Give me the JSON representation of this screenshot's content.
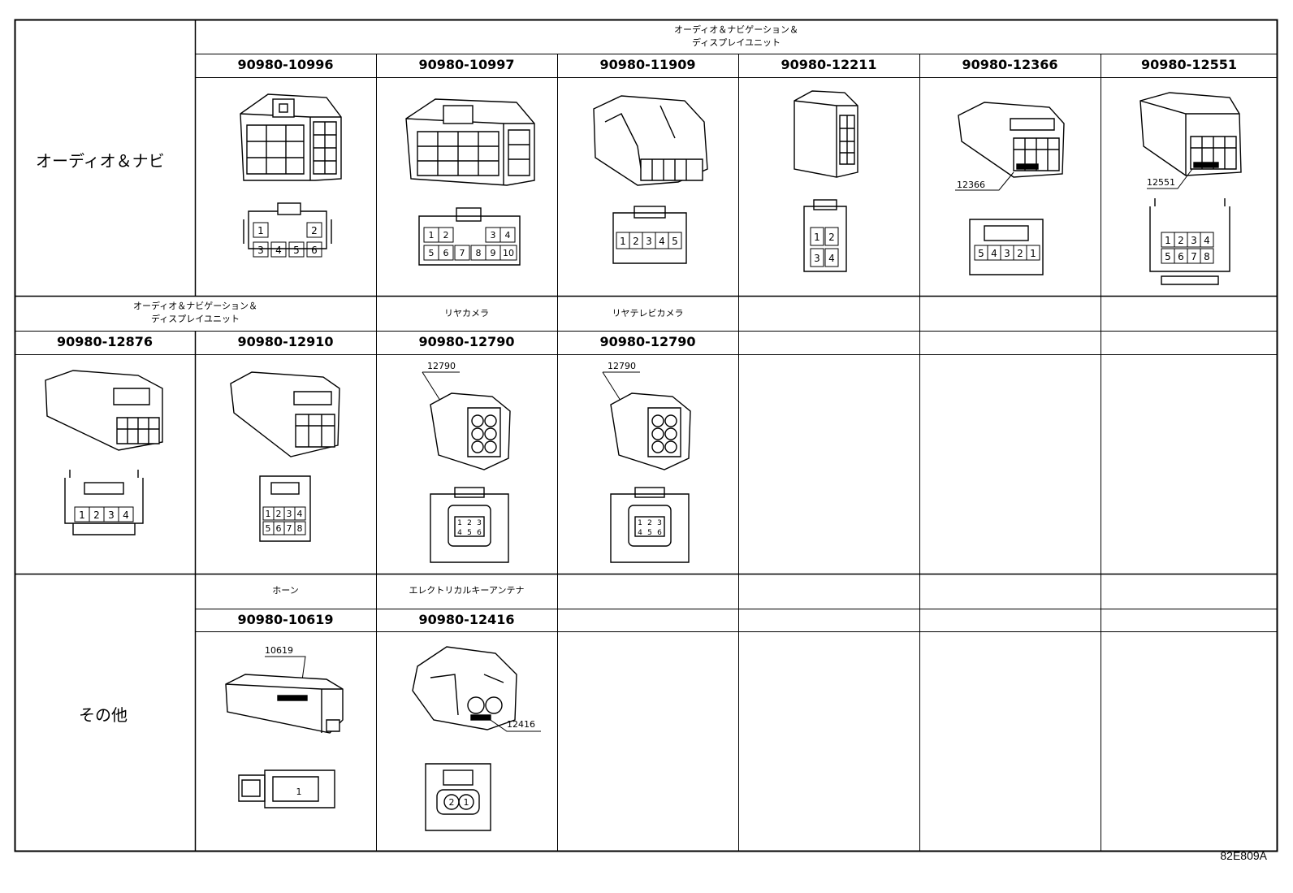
{
  "row_group_a": {
    "label": "オーディオ＆ナビ"
  },
  "row_group_b": {
    "label": "その他"
  },
  "row1": {
    "system_line1": "オーディオ＆ナビゲーション＆",
    "system_line2": "ディスプレイユニット",
    "parts": [
      "90980-10996",
      "90980-10997",
      "90980-11909",
      "90980-12211",
      "90980-12366",
      "90980-12551"
    ],
    "callouts": {
      "c12366": "12366",
      "c12551": "12551"
    },
    "pins": {
      "p10996": [
        "1",
        "2",
        "3",
        "4",
        "5",
        "6"
      ],
      "p10997": [
        "1",
        "2",
        "3",
        "4",
        "5",
        "6",
        "7",
        "8",
        "9",
        "10"
      ],
      "p11909": [
        "1",
        "2",
        "3",
        "4",
        "5"
      ],
      "p12211": [
        "1",
        "2",
        "3",
        "4"
      ],
      "p12366": [
        "5",
        "4",
        "3",
        "2",
        "1"
      ],
      "p12551": [
        "1",
        "2",
        "3",
        "4",
        "5",
        "6",
        "7",
        "8"
      ]
    }
  },
  "row2": {
    "system_line1": "オーディオ＆ナビゲーション＆",
    "system_line2": "ディスプレイユニット",
    "system_cam": "リヤカメラ",
    "system_tvcam": "リヤテレビカメラ",
    "parts": [
      "90980-12876",
      "90980-12910",
      "90980-12790",
      "90980-12790"
    ],
    "callouts": {
      "cam": "12790",
      "tvcam": "12790"
    },
    "pins": {
      "p12876": [
        "1",
        "2",
        "3",
        "4"
      ],
      "p12910": [
        "1",
        "2",
        "3",
        "4",
        "5",
        "6",
        "7",
        "8"
      ],
      "p12790": [
        "1",
        "2",
        "3",
        "4",
        "5",
        "6"
      ]
    }
  },
  "row3": {
    "system_horn": "ホーン",
    "system_antenna": "エレクトリカルキーアンテナ",
    "parts": [
      "90980-10619",
      "90980-12416"
    ],
    "callouts": {
      "c10619": "10619",
      "c12416": "12416"
    },
    "pins": {
      "p10619": [
        "1"
      ],
      "p12416": [
        "2",
        "1"
      ]
    }
  },
  "figure_code": "82E809A"
}
